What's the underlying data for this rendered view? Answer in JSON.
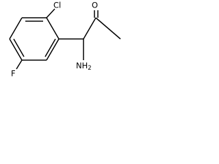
{
  "molecule": {
    "atoms": {
      "chlorine": "Cl",
      "fluorine": "F",
      "oxygen": "O",
      "amino": "NH",
      "amino_subscript": "2"
    },
    "colors": {
      "bond": "#000000",
      "label": "#000000",
      "background": "#ffffff"
    }
  }
}
